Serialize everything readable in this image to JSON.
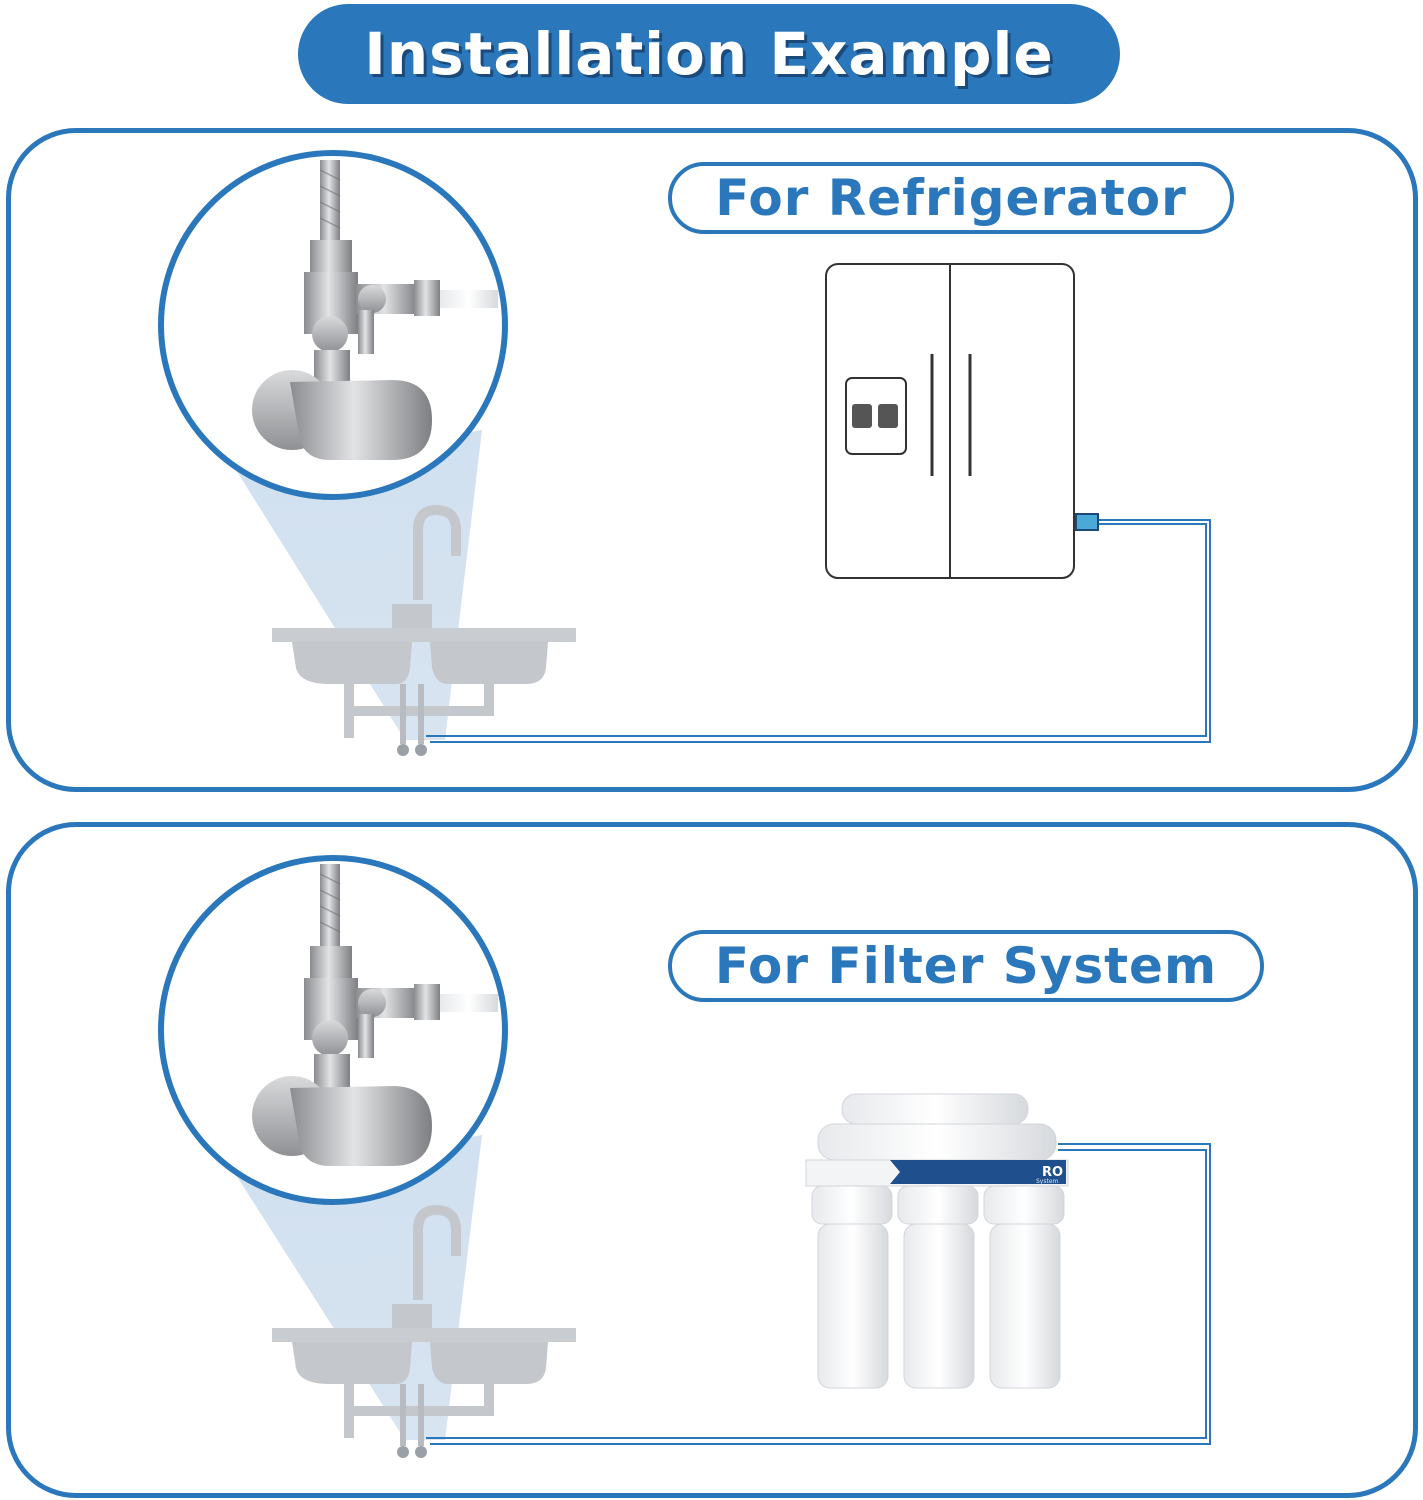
{
  "header": {
    "title": "Installation Example"
  },
  "sections": [
    {
      "label": "For Refrigerator"
    },
    {
      "label": "For Filter System"
    }
  ],
  "ro_unit": {
    "brand": "RO",
    "sub": "System"
  },
  "colors": {
    "accent": "#2a78bb",
    "dark_blue": "#1b4a7a",
    "pipe": "#2a78bb"
  },
  "icons": [
    "valve-icon",
    "sink-icon",
    "refrigerator-icon",
    "ro-filter-icon"
  ]
}
